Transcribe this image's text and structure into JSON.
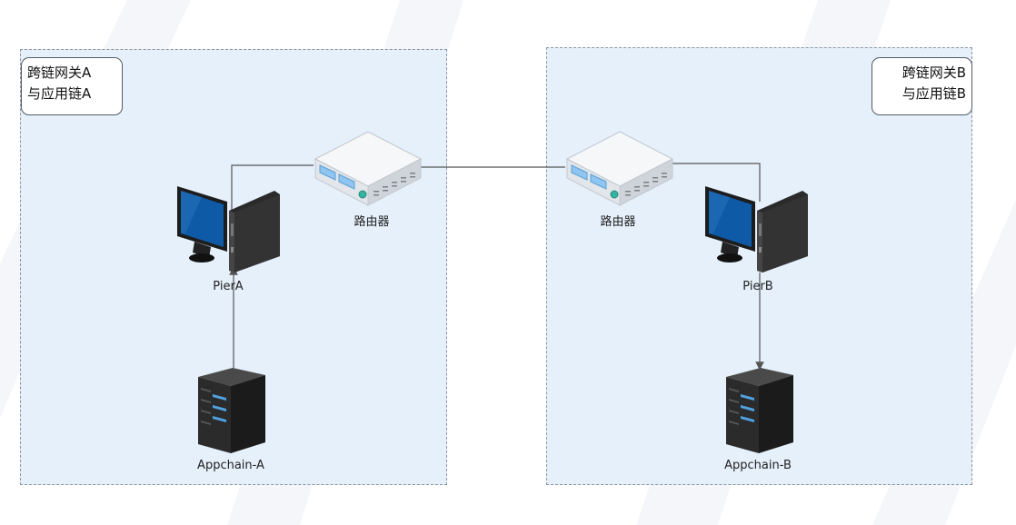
{
  "zones": {
    "a": {
      "label_line1": "跨链网关A",
      "label_line2": "与应用链A"
    },
    "b": {
      "label_line1": "跨链网关B",
      "label_line2": "与应用链B"
    }
  },
  "nodes": {
    "router_a": {
      "label": "路由器",
      "icon": "router-icon"
    },
    "router_b": {
      "label": "路由器",
      "icon": "router-icon"
    },
    "pier_a": {
      "label": "PierA",
      "icon": "desktop-computer-icon"
    },
    "pier_b": {
      "label": "PierB",
      "icon": "desktop-computer-icon"
    },
    "appchain_a": {
      "label": "Appchain-A",
      "icon": "server-tower-icon"
    },
    "appchain_b": {
      "label": "Appchain-B",
      "icon": "server-tower-icon"
    }
  },
  "colors": {
    "zone_fill": "#e5f0fb",
    "zone_border": "#8a95a3",
    "line": "#555555"
  }
}
